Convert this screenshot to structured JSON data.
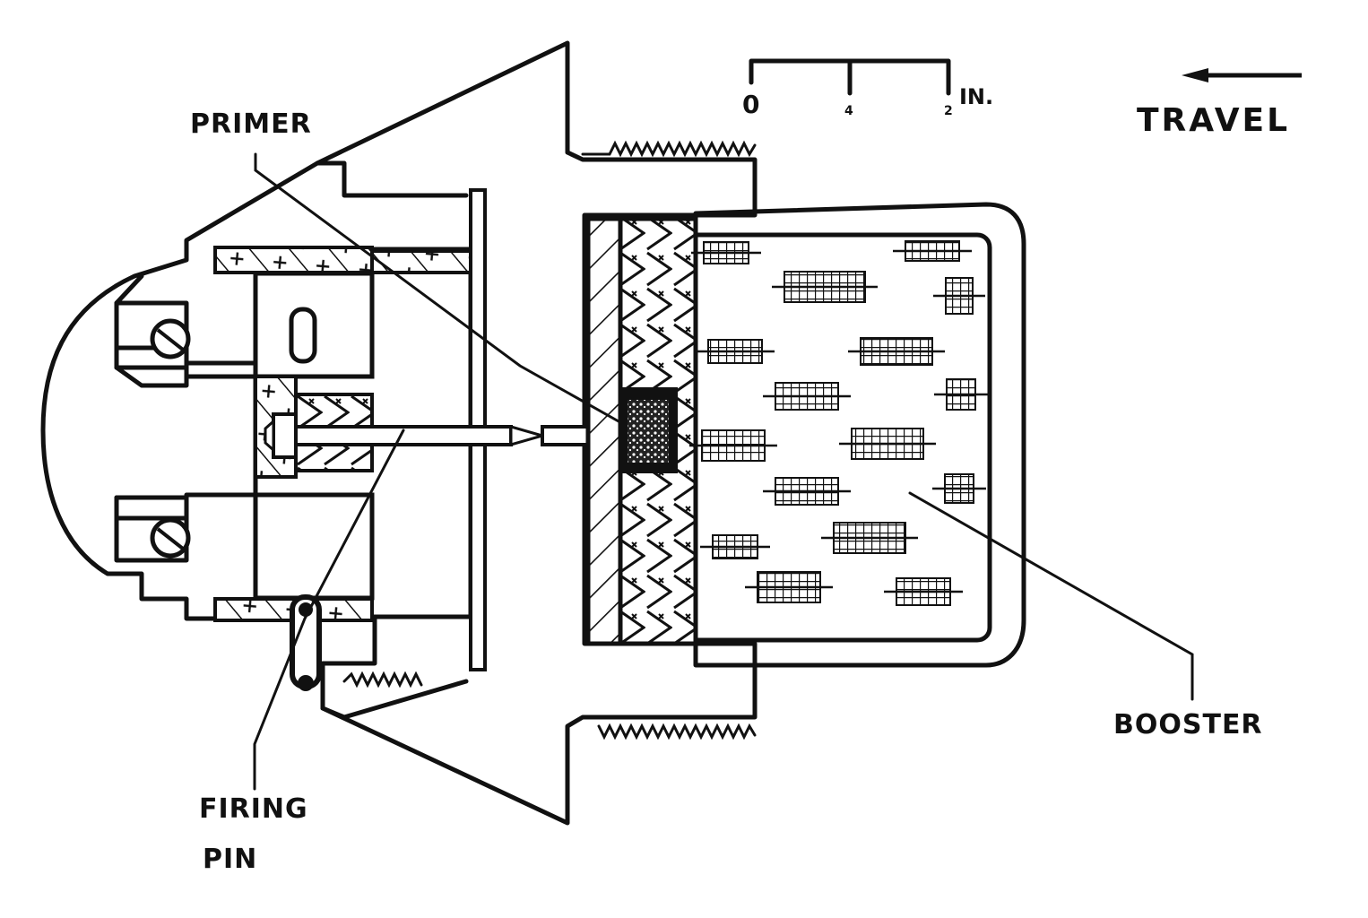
{
  "diagram": {
    "labels": {
      "primer": "PRIMER",
      "firing": "FIRING",
      "pin": "PIN",
      "booster": "BOOSTER",
      "travel": "TRAVEL"
    },
    "scale": {
      "zero": "0",
      "quarter": "4",
      "half": "2",
      "unit": "IN."
    },
    "colors": {
      "ink": "#111111",
      "background": "#ffffff"
    }
  }
}
